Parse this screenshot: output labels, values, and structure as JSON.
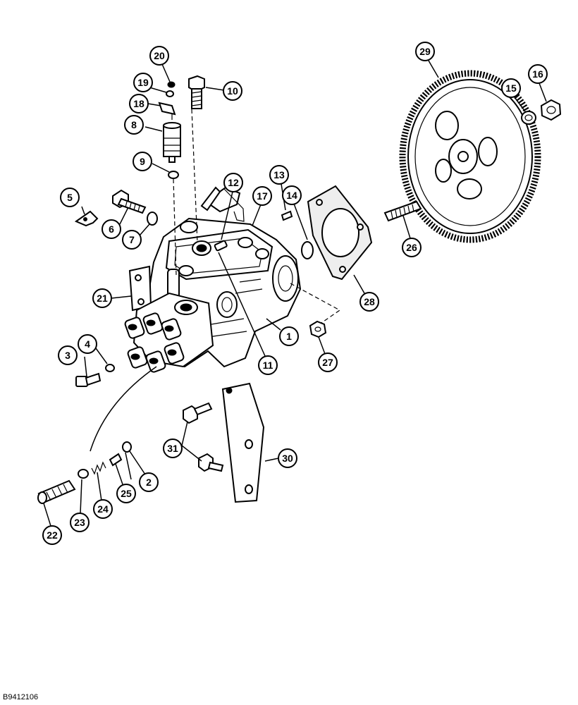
{
  "document_id": "B9412106",
  "callouts": [
    {
      "num": "1"
    },
    {
      "num": "2"
    },
    {
      "num": "3"
    },
    {
      "num": "4"
    },
    {
      "num": "5"
    },
    {
      "num": "6"
    },
    {
      "num": "7"
    },
    {
      "num": "8"
    },
    {
      "num": "9"
    },
    {
      "num": "10"
    },
    {
      "num": "11"
    },
    {
      "num": "12"
    },
    {
      "num": "13"
    },
    {
      "num": "14"
    },
    {
      "num": "15"
    },
    {
      "num": "16"
    },
    {
      "num": "17"
    },
    {
      "num": "18"
    },
    {
      "num": "19"
    },
    {
      "num": "20"
    },
    {
      "num": "21"
    },
    {
      "num": "22"
    },
    {
      "num": "23"
    },
    {
      "num": "24"
    },
    {
      "num": "25"
    },
    {
      "num": "26"
    },
    {
      "num": "27"
    },
    {
      "num": "28"
    },
    {
      "num": "29"
    },
    {
      "num": "30"
    },
    {
      "num": "31"
    }
  ]
}
